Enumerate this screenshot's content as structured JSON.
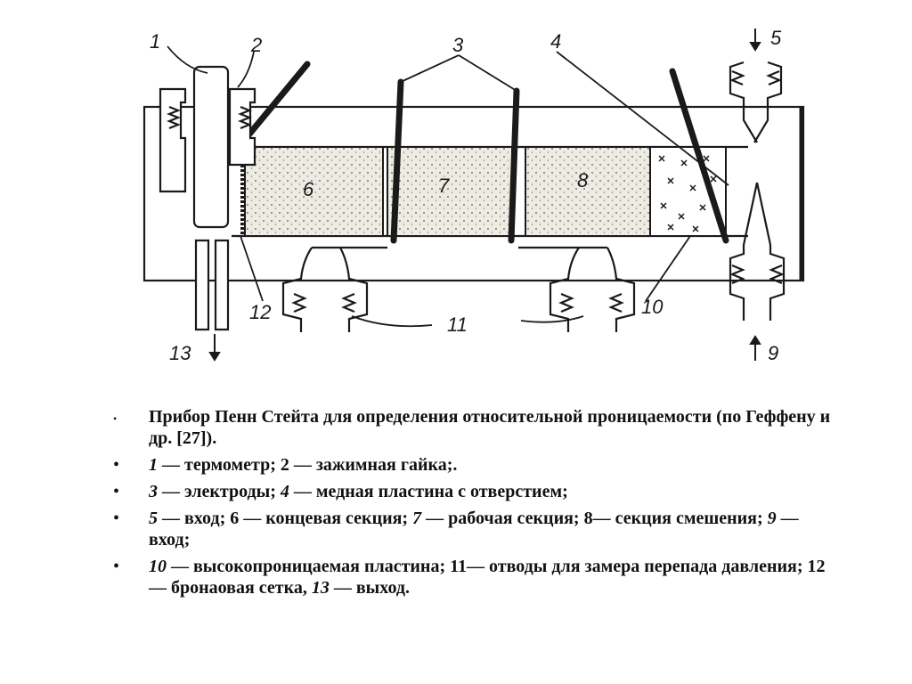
{
  "figure": {
    "labels": [
      "1",
      "2",
      "3",
      "4",
      "5",
      "6",
      "7",
      "8",
      "9",
      "10",
      "11",
      "12",
      "13"
    ]
  },
  "caption": {
    "items": [
      {
        "text": " Прибор Пенн Стейта для определения относительной проницаемости (по Геффену и др. [27])."
      },
      {
        "num1": "1",
        "text1": " — термометр; 2 — зажимная гайка;."
      },
      {
        "num1": "3",
        "text1": " — электроды; ",
        "num2": "4",
        "text2": " — медная пластина с отверстием;"
      },
      {
        "num1": "5",
        "text1": " — вход; 6 — концевая секция; ",
        "num2": "7",
        "text2": " — рабочая секция; 8— секция смешения; ",
        "num3": "9",
        "text3": " — вход;"
      },
      {
        "num1": "10",
        "text1": " — высокопроницаемая пластина; 11— отводы для замера перепада давления; 12 — бронаовая сетка, ",
        "num2": "13",
        "text2": " — выход."
      }
    ]
  },
  "colors": {
    "ink": "#1a1a1a",
    "stipple": "#e9e6de",
    "background": "#ffffff"
  }
}
